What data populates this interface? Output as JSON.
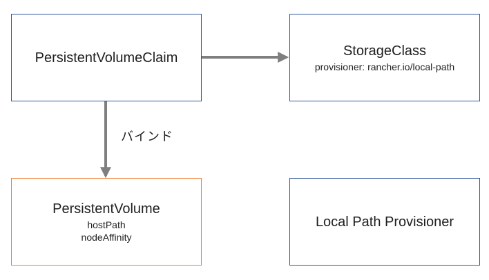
{
  "nodes": {
    "pvc": {
      "title": "PersistentVolumeClaim"
    },
    "storage_class": {
      "title": "StorageClass",
      "subtitle": "provisioner: rancher.io/local-path"
    },
    "pv": {
      "title": "PersistentVolume",
      "lines": [
        "hostPath",
        "nodeAffinity"
      ]
    },
    "lpp": {
      "title": "Local Path Provisioner"
    }
  },
  "edges": {
    "pvc_to_pv": {
      "label": "バインド"
    },
    "pvc_to_storage_class": {
      "label": ""
    }
  },
  "colors": {
    "box_border": "#2f5597",
    "highlight_border": "#ed7d31",
    "arrow": "#7f7f7f"
  }
}
